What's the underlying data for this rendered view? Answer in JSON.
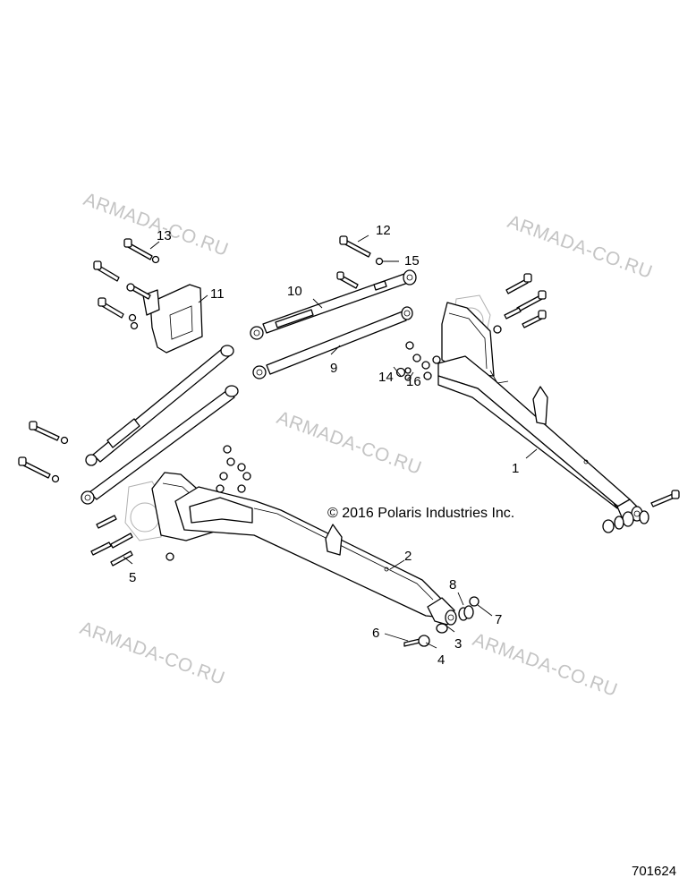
{
  "copyright": "© 2016 Polaris Industries Inc.",
  "document_number": "701624",
  "watermark": "ARMADA-CO.RU",
  "callouts": {
    "c1": "1",
    "c2": "2",
    "c3": "3",
    "c4": "4",
    "c5": "5",
    "c6": "6",
    "c7": "7",
    "c8": "8",
    "c9": "9",
    "c10": "10",
    "c11": "11",
    "c12": "12",
    "c13": "13",
    "c14": "14",
    "c15": "15",
    "c16": "16"
  }
}
